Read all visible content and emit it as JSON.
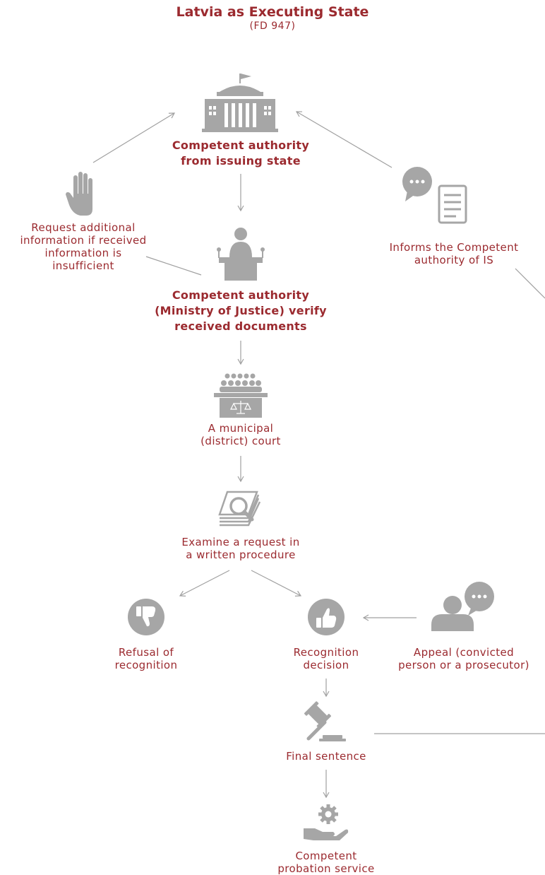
{
  "title": "Latvia as Executing State",
  "subtitle": "(FD 947)",
  "colors": {
    "accent": "#9b2a2f",
    "icon": "#a6a6a6",
    "line": "#a0a0a0"
  },
  "nodes": {
    "issuing_authority": {
      "line1": "Competent authority",
      "line2": "from issuing state",
      "icon": "government-building-icon"
    },
    "request_info": {
      "line1": "Request additional",
      "line2": "information if received",
      "line3": "information is",
      "line4": "insufficient",
      "icon": "raised-hand-icon"
    },
    "informs": {
      "line1": "Informs the Competent",
      "line2": "authority of IS",
      "icon": "chat-document-icon"
    },
    "ministry": {
      "line1": "Competent authority",
      "line2": "(Ministry of Justice) verify",
      "line3": "received documents",
      "icon": "speaker-podium-icon"
    },
    "court": {
      "line1": "A municipal",
      "line2": "(district) court",
      "icon": "courtroom-icon"
    },
    "examine": {
      "line1": "Examine a request in",
      "line2": "a written procedure",
      "icon": "magnifier-documents-icon"
    },
    "refusal": {
      "line1": "Refusal of",
      "line2": "recognition",
      "icon": "thumbs-down-icon"
    },
    "recognition": {
      "line1": "Recognition",
      "line2": "decision",
      "icon": "thumbs-up-icon"
    },
    "appeal": {
      "line1": "Appeal (convicted",
      "line2": "person or a prosecutor)",
      "icon": "person-speech-icon"
    },
    "final": {
      "line1": "Final sentence",
      "icon": "gavel-icon"
    },
    "probation": {
      "line1": "Competent",
      "line2": "probation service",
      "icon": "hand-gear-icon"
    }
  }
}
